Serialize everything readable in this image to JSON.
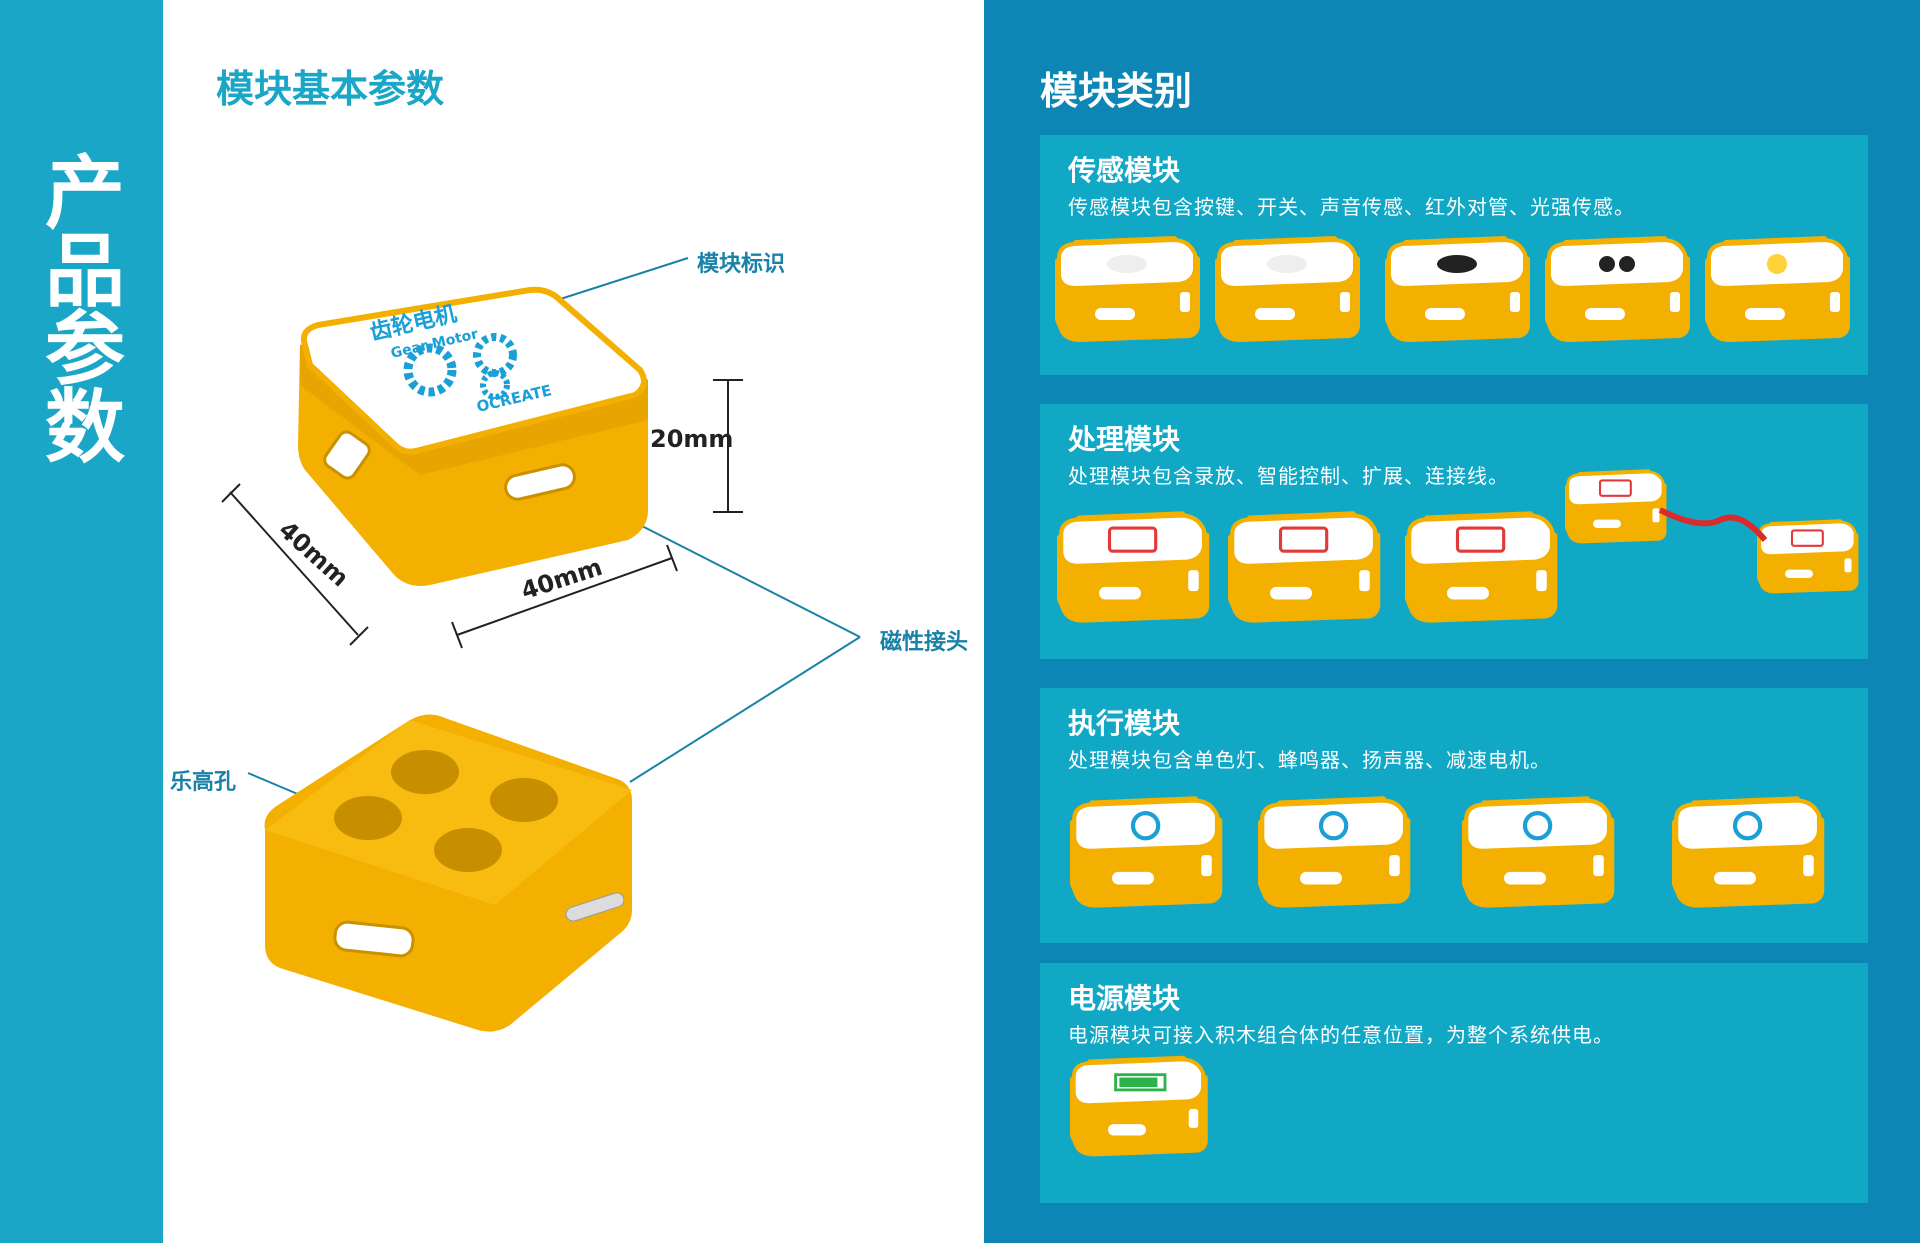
{
  "sidebar": {
    "title": "产品参数"
  },
  "params": {
    "heading": "模块基本参数",
    "label_module_mark": "模块标识",
    "label_magnetic_connector": "磁性接头",
    "label_lego_hole": "乐高孔",
    "dim_height": "20mm",
    "dim_depth": "40mm",
    "dim_width": "40mm",
    "module_face_title": "齿轮电机",
    "module_face_subtitle": "Gear Motor",
    "module_brand": "OCREATE"
  },
  "categories": {
    "heading": "模块类别",
    "sections": [
      {
        "title": "传感模块",
        "description": "传感模块包含按键、开关、声音传感、红外对管、光强传感。"
      },
      {
        "title": "处理模块",
        "description": "处理模块包含录放、智能控制、扩展、连接线。"
      },
      {
        "title": "执行模块",
        "description": "处理模块包含单色灯、蜂鸣器、扬声器、减速电机。"
      },
      {
        "title": "电源模块",
        "description": "电源模块可接入积木组合体的任意位置，为整个系统供电。"
      }
    ]
  },
  "colors": {
    "band": "#1aa6c6",
    "panel_blue": "#0d86b5",
    "section_blue": "#11a8c6",
    "module_yellow": "#f4b000",
    "accent_text": "#1aa6c6"
  }
}
